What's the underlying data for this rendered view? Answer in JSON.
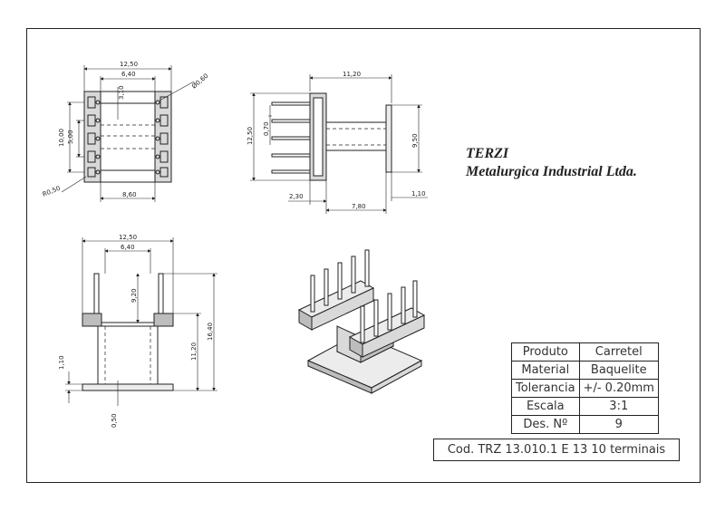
{
  "company": {
    "name": "TERZI",
    "full_name": "Metalurgica Industrial Ltda."
  },
  "title_block": {
    "rows": [
      {
        "label": "Produto",
        "value": "Carretel"
      },
      {
        "label": "Material",
        "value": "Baquelite"
      },
      {
        "label": "Tolerancia",
        "value": "+/- 0.20mm"
      },
      {
        "label": "Escala",
        "value": "3:1"
      },
      {
        "label": "Des. Nº",
        "value": "9"
      }
    ],
    "code": "Cod. TRZ 13.010.1 E 13 10 terminais"
  },
  "dimensions": {
    "top_view": {
      "width": "12,50",
      "inner": "6,40",
      "slot": "3,10",
      "hole": "Ø0,60",
      "height": "10,00",
      "pitch": "5,00",
      "base": "8,60",
      "chamfer": "R0,50"
    },
    "side_view": {
      "length": "11,20",
      "height": "12,50",
      "pin_offset": "0,70",
      "flange": "9,50",
      "pin": "2,30",
      "core": "7,80",
      "flange_thk": "1,10"
    },
    "front_view": {
      "width": "12,50",
      "inner": "6,40",
      "pin_len": "9,20",
      "body": "11,20",
      "total": "16,40",
      "flange_thk": "1,10",
      "gap": "0,50"
    }
  },
  "colors": {
    "line": "#222222",
    "fill_light": "#ececec",
    "fill_mid": "#d9d9d9",
    "fill_dark": "#bdbdbd"
  }
}
